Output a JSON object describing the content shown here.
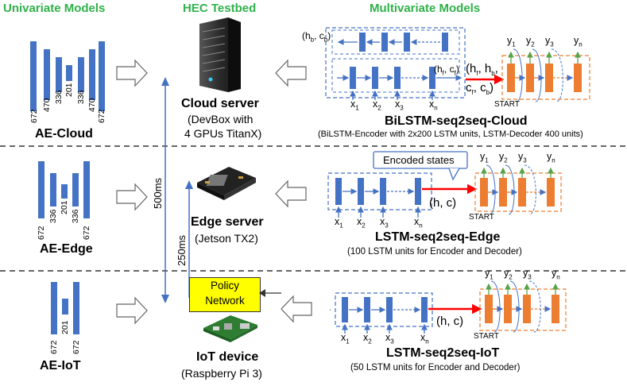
{
  "headers": {
    "univariate": "Univariate Models",
    "testbed": "HEC Testbed",
    "multivariate": "Multivariate Models"
  },
  "univariate": {
    "cloud": {
      "label": "AE-Cloud",
      "layer_sizes": [
        "672",
        "470",
        "336",
        "201",
        "336",
        "470",
        "672"
      ]
    },
    "edge": {
      "label": "AE-Edge",
      "layer_sizes": [
        "672",
        "336",
        "201",
        "336",
        "672"
      ]
    },
    "iot": {
      "label": "AE-IoT",
      "layer_sizes": [
        "672",
        "201",
        "672"
      ]
    }
  },
  "testbed": {
    "cloud": {
      "title": "Cloud server",
      "desc_line1": "(DevBox with",
      "desc_line2": "4 GPUs TitanX)"
    },
    "edge": {
      "title": "Edge server",
      "desc": "(Jetson TX2)"
    },
    "iot": {
      "title": "IoT device",
      "desc": "(Raspberry Pi 3)"
    },
    "policy": {
      "line1": "Policy",
      "line2": "Network"
    },
    "latency_cloud": "500ms",
    "latency_edge": "250ms"
  },
  "multivariate": {
    "cloud": {
      "title": "BiLSTM-seq2seq-Cloud",
      "desc": "(BiLSTM-Encoder with 2x200 LSTM units, LSTM-Decoder 400 units)",
      "state_b": "(hb, cb)",
      "state_f": "(hf, cf)",
      "state_fb": "(hf, hb, cf, cb)"
    },
    "edge": {
      "title": "LSTM-seq2seq-Edge",
      "desc": "(100 LSTM units for Encoder and Decoder)",
      "callout": "Encoded states",
      "state": "(h, c)"
    },
    "iot": {
      "title": "LSTM-seq2seq-IoT",
      "desc": "(50 LSTM units for Encoder and Decoder)",
      "state": "(h, c)"
    },
    "start_label": "START",
    "inputs": [
      "x1",
      "x2",
      "x3",
      "xn"
    ],
    "outputs": [
      "y1",
      "y2",
      "y3",
      "yn"
    ]
  },
  "colors": {
    "header": "#2fb24a",
    "encoder": "#4472c4",
    "decoder": "#ed7d31",
    "state_arrow": "#ff0000",
    "policy_box": "#ffff00"
  }
}
